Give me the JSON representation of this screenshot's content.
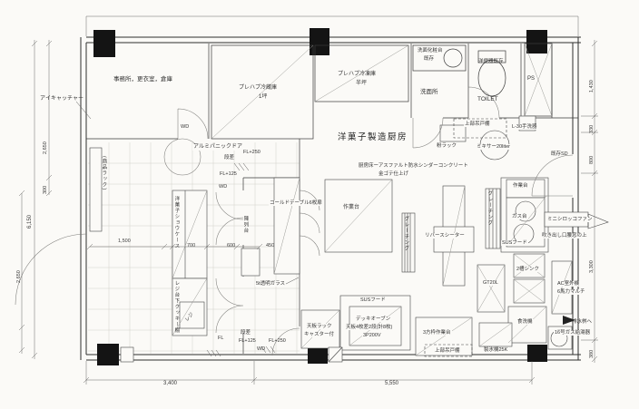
{
  "colors": {
    "paper": "#fbfaf7",
    "ink": "#333333"
  },
  "labels": {
    "office": "事務所，更衣室，倉庫",
    "fridge1": "プレハブ冷蔵庫",
    "fridge1_size": "1坪",
    "freezer": "プレハブ冷凍庫",
    "freezer_size": "半坪",
    "vanity": "洗面化粧台",
    "vanity_note": "既存",
    "washroom": "洗面所",
    "toilet_fixture": "洋便器既存",
    "toilet": "TOILET",
    "ps": "PS",
    "hanging_cupboard_top": "上部吊戸棚",
    "hand_basin": "L-30手洗器",
    "flour_rack": "粉ラック",
    "mixer": "ミキサー20liter",
    "existing_sd": "既存SD",
    "kitchen_title": "洋菓子製造厨房",
    "floor_note_1": "厨房床ーアスファルト防水シンダーコンクリート",
    "floor_note_2": "金ゴテ仕上げ",
    "eye_catcher": "アイキャッチャー",
    "panic_door": "アルミパニックドア",
    "step_top": "段差",
    "fl250_top": "FL+250",
    "fl125_top": "FL+125",
    "wd_top": "WD",
    "wd_mid": "WD",
    "cold_table": "コールドテーブル6枚扉",
    "work_table_center": "作業台",
    "reverse_sheeter": "リバースシーター",
    "work_table_right": "作業台",
    "gas_stove": "ガス台",
    "sus_hood_right": "SUSフード",
    "mini_fan": "ミニシロッコファン",
    "fan_note": "吹き出し口腰窓の上",
    "sink2": "2槽シンク",
    "grease_trap": "GT20L",
    "ac_unit_1": "AC室外機",
    "ac_unit_2": "6馬力マルチ",
    "dishwasher": "食洗機",
    "drain_note": "排水桝へ",
    "water_heater": "16号ガス給湯器",
    "ice_maker": "製氷機25K",
    "sus_hood_bottom": "SUSフード",
    "deck_oven_1": "デッキオーブン",
    "deck_oven_2": "天板4枚差2段(計8枚)",
    "deck_oven_3": "3P200V",
    "top_rack_1": "天板ラック",
    "top_rack_2": "キャスター付",
    "frame_table": "3方枠作業台",
    "hanging_cupboard_bottom": "上部吊戸棚",
    "step_bottom": "段差",
    "fl125_bottom": "FL+125",
    "fl250_bottom": "FL+250",
    "wd_bottom": "WD",
    "fl_bottom": "FL",
    "glass": "5t透明ガラス",
    "display_stand": "陳列台",
    "showcase": "洋菓子ショウケース",
    "register_shelf": "レジ台下クッキー棚",
    "register": "レジ",
    "product_rack": "(商品ラック)",
    "grating_left": "グレーチング",
    "grating_right": "グレーチング"
  },
  "dimensions": {
    "bottom_left": "3,400",
    "bottom_right": "5,550",
    "left_total": "6,150",
    "left_upper": "2,650",
    "left_small": "300",
    "left_lower": "2,650",
    "right_1": "1,430",
    "right_2": "330",
    "right_3": "800",
    "right_4": "3,300",
    "right_5": "380",
    "inner_1": "1,500",
    "inner_2": "700",
    "inner_3": "600",
    "inner_4": "450"
  }
}
